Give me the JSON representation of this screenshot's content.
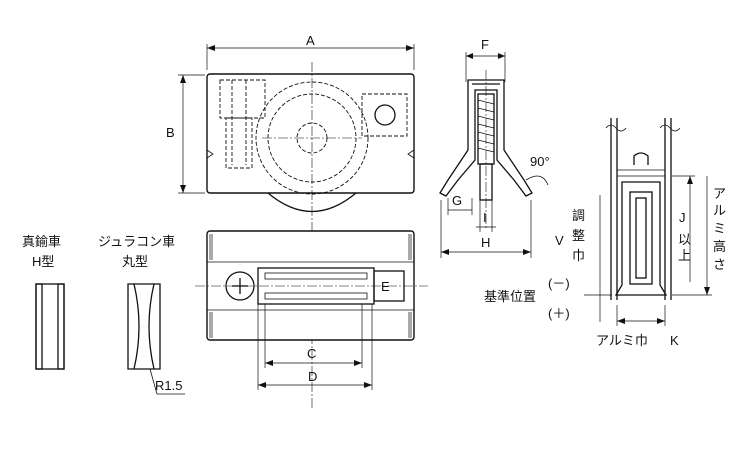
{
  "dimensions": {
    "A": "A",
    "B": "B",
    "C": "C",
    "D": "D",
    "E": "E",
    "F": "F",
    "G": "G",
    "H": "H",
    "I": "I",
    "J": "J",
    "K": "K",
    "V": "V"
  },
  "angle_label": "90°",
  "wheel_types": {
    "brass_h": {
      "line1": "真鍮車",
      "line2": "H型"
    },
    "duracon_round": {
      "line1": "ジュラコン車",
      "line2": "丸型"
    }
  },
  "radius_label": "R1.5",
  "vertical_labels": {
    "adjust_width": [
      "調",
      "整",
      "巾"
    ],
    "j_or_more": [
      "以",
      "上"
    ],
    "aluminum_height": [
      "ア",
      "ル",
      "ミ",
      "高",
      "さ"
    ]
  },
  "reference_position": "基準位置",
  "minus_label": "(－)",
  "plus_label": "(＋)",
  "aluminum_width": "アルミ巾"
}
